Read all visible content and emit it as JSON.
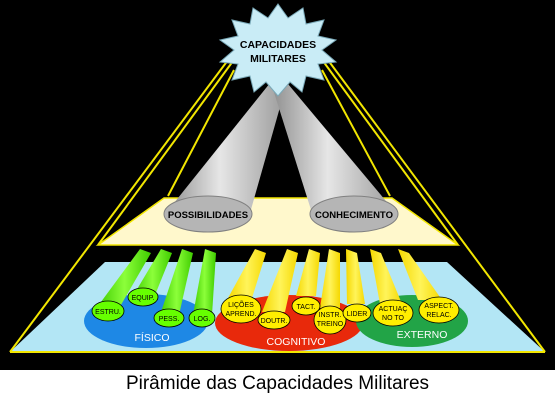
{
  "diagram": {
    "apex": {
      "line1": "CAPACIDADES",
      "line2": "MILITARES"
    },
    "middle": {
      "left": "POSSIBILIDADES",
      "right": "CONHECIMENTO"
    },
    "groups": {
      "fisico": {
        "label": "FÍSICO",
        "items": [
          {
            "id": "estru",
            "lines": [
              "ESTRU."
            ]
          },
          {
            "id": "equip",
            "lines": [
              "EQUIP."
            ]
          },
          {
            "id": "pess",
            "lines": [
              "PESS."
            ]
          },
          {
            "id": "log",
            "lines": [
              "LOG."
            ]
          }
        ]
      },
      "cognitivo": {
        "label": "COGNITIVO",
        "items": [
          {
            "id": "licoes",
            "lines": [
              "LIÇÕES",
              "APREND."
            ]
          },
          {
            "id": "doutr",
            "lines": [
              "DOUTR."
            ]
          },
          {
            "id": "tact",
            "lines": [
              "TACT."
            ]
          },
          {
            "id": "instr",
            "lines": [
              "INSTR.",
              "TREINO"
            ]
          },
          {
            "id": "lider",
            "lines": [
              "LIDER"
            ]
          }
        ]
      },
      "externo": {
        "label": "EXTERNO",
        "items": [
          {
            "id": "actuac",
            "lines": [
              "ACTUAÇ",
              "NO TO"
            ]
          },
          {
            "id": "aspect",
            "lines": [
              "ASPECT.",
              "RELAC."
            ]
          }
        ]
      }
    }
  },
  "caption": "Pirâmide das Capacidades Militares",
  "colors": {
    "background": "#000000",
    "outline": "#f2e600",
    "middle_band": "#fff8cc",
    "base": "#b3e6f5",
    "fisico": "#1e88e5",
    "cognitivo": "#e8290b",
    "externo": "#22a447",
    "green_beam": "#66ff00",
    "yellow_beam": "#ffee00",
    "cone": "#bcbcbc"
  }
}
